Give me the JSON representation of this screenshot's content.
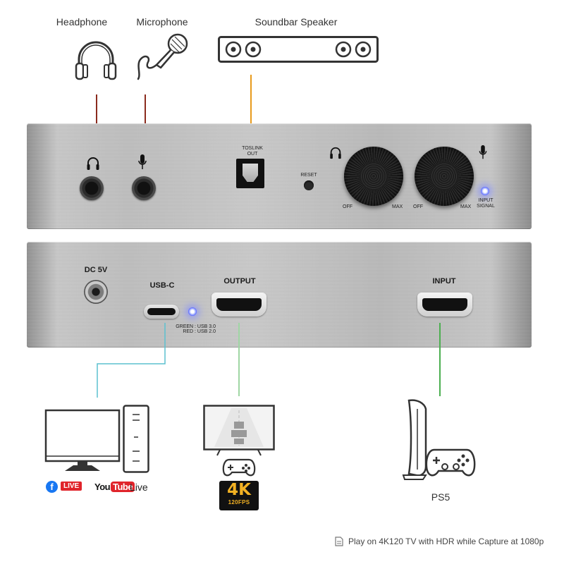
{
  "devices": {
    "headphone": "Headphone",
    "microphone": "Microphone",
    "soundbar": "Soundbar Speaker",
    "ps5": "PS5"
  },
  "front_panel": {
    "toslink": "TOSLINK",
    "toslink_out": "OUT",
    "reset": "RESET",
    "knob1_off": "OFF",
    "knob1_max": "MAX",
    "knob2_off": "OFF",
    "knob2_max": "MAX",
    "input_signal_1": "INPUT",
    "input_signal_2": "SIGNAL"
  },
  "rear_panel": {
    "dc": "DC 5V",
    "usbc": "USB-C",
    "usb_green": "GREEN : USB 3.0",
    "usb_red": "RED : USB 2.0",
    "output": "OUTPUT",
    "input": "INPUT"
  },
  "streaming": {
    "fb_live": "LIVE",
    "yt_you": "You",
    "yt_tube": "Tube",
    "yt_live": "Live"
  },
  "badge": {
    "big": "4K",
    "small": "120FPS"
  },
  "footnote": "Play on 4K120  TV with HDR while Capture at 1080p",
  "colors": {
    "headphone_wire": "#8b2b1e",
    "mic_wire": "#8b2b1e",
    "toslink_wire": "#e89a1c",
    "usb_wire": "#5bc0cf",
    "output_wire": "#9fd6a4",
    "input_wire": "#4caf50",
    "led": "#5665ff",
    "badge_gold": "#f3b223"
  },
  "icons": [
    "headphone-icon",
    "microphone-icon",
    "soundbar-icon",
    "monitor-icon",
    "pc-tower-icon",
    "tv-icon",
    "gamepad-icon",
    "ps5-console-icon",
    "facebook-icon",
    "youtube-icon",
    "document-icon"
  ]
}
